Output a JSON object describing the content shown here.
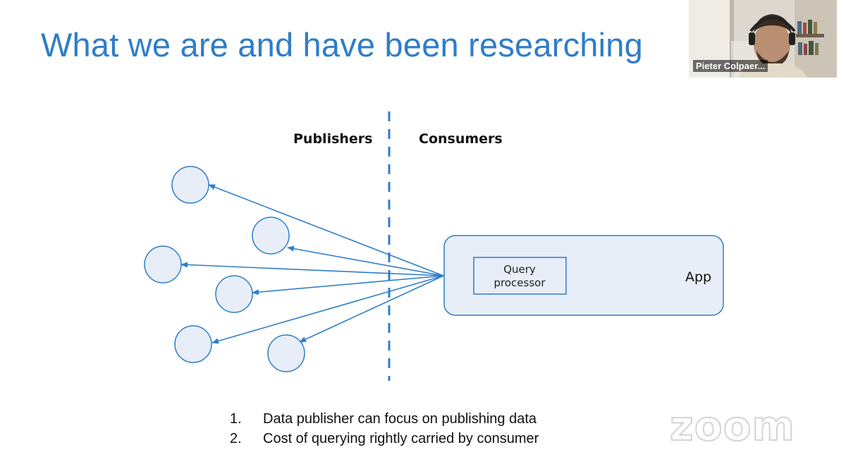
{
  "slide": {
    "title": "What we are and have been researching"
  },
  "diagram": {
    "publishers_label": "Publishers",
    "consumers_label": "Consumers",
    "app_label": "App",
    "query_processor_line1": "Query",
    "query_processor_line2": "processor"
  },
  "points": [
    {
      "number": "1.",
      "text": "Data publisher can focus on publishing data"
    },
    {
      "number": "2.",
      "text": "Cost of querying rightly carried by consumer"
    }
  ],
  "video": {
    "participant_name": "Pieter Colpaer..."
  },
  "watermark": {
    "text": "zoom"
  },
  "colors": {
    "accent_blue": "#2f7dc8",
    "node_fill": "#e8eef8",
    "node_stroke": "#2f7dc8"
  }
}
